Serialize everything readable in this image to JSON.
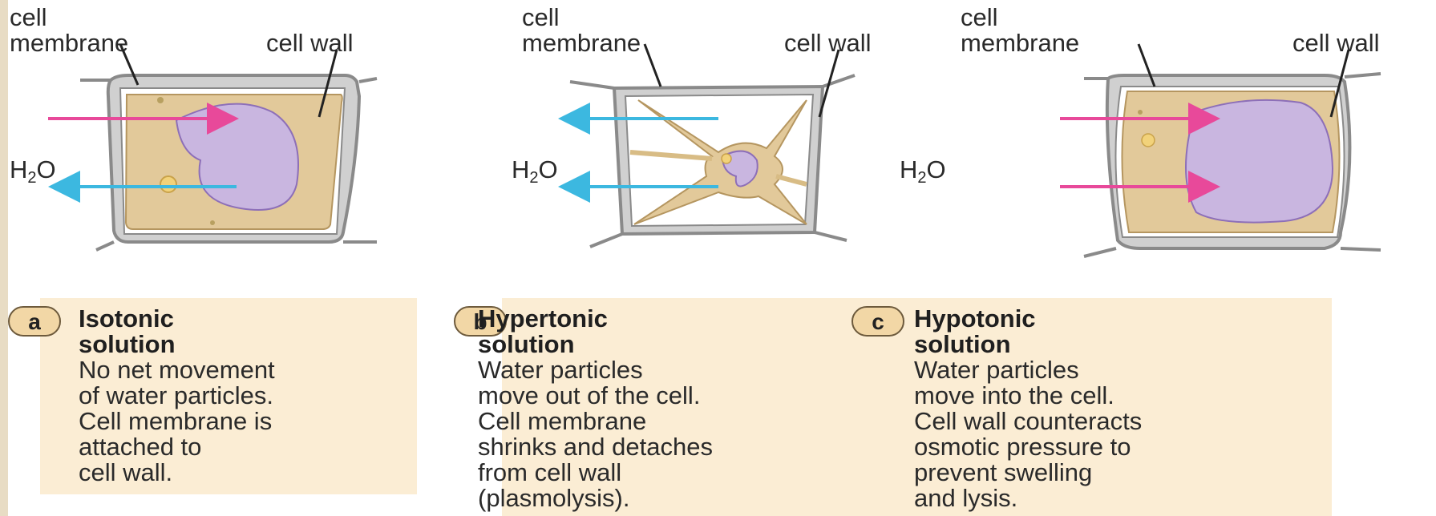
{
  "labels": {
    "cell_membrane_line1": "cell",
    "cell_membrane_line2": "membrane",
    "cell_wall": "cell wall",
    "h2o_h": "H",
    "h2o_sub": "2",
    "h2o_o": "O"
  },
  "panels": [
    {
      "badge": "a",
      "title": [
        "Isotonic",
        "solution"
      ],
      "body": [
        "No net movement",
        "of water particles.",
        "Cell membrane is",
        "attached to",
        "cell wall."
      ]
    },
    {
      "badge": "b",
      "title": [
        "Hypertonic",
        "solution"
      ],
      "body": [
        "Water particles",
        "move out of the cell.",
        "Cell membrane",
        "shrinks and detaches",
        "from cell wall",
        "(plasmolysis)."
      ]
    },
    {
      "badge": "c",
      "title": [
        "Hypotonic",
        "solution"
      ],
      "body": [
        "Water particles",
        "move into the cell.",
        "Cell wall counteracts",
        "osmotic pressure to",
        "prevent swelling",
        "and lysis."
      ]
    }
  ],
  "colors": {
    "cytoplasm": "#e2c99a",
    "vacuole": "#c9b6e0",
    "cell_wall": "#c9c9c9",
    "arrow_in": "#e8499a",
    "arrow_out": "#3cb8e0",
    "caption_bg": "#fbedd4"
  }
}
